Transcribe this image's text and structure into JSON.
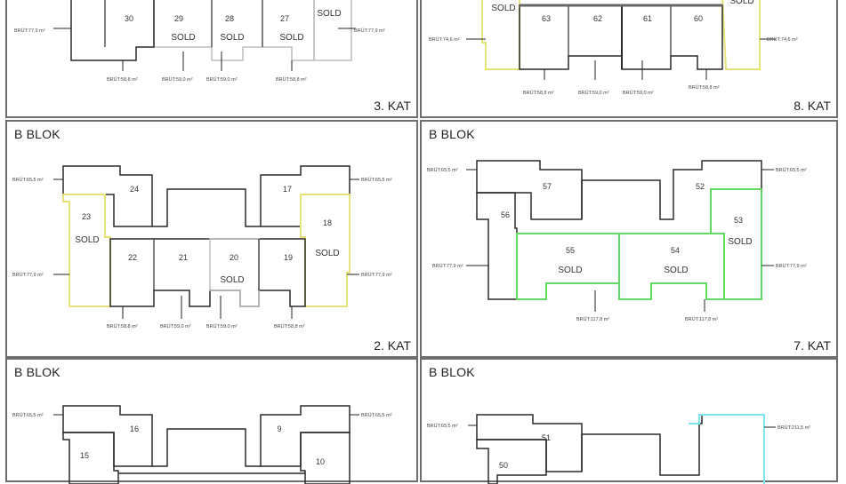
{
  "colors": {
    "frame": "#6e6e6e",
    "wall": "#2a2a2a",
    "sold_yellow": "#e8e27a",
    "sold_green": "#5fdc5f",
    "sold_cyan": "#7fe6ee",
    "sold_grey": "#bdbdbd"
  },
  "panels": [
    {
      "id": "p-3kat",
      "blok": "",
      "kat": "3. KAT",
      "units": [
        {
          "no": "30",
          "sold": false
        },
        {
          "no": "29",
          "sold": true
        },
        {
          "no": "28",
          "sold": true
        },
        {
          "no": "27",
          "sold": true
        },
        {
          "no": "",
          "sold": true
        }
      ],
      "areas": [
        "BRÜT:77,9 m²",
        "BRÜT:58,8 m²",
        "BRÜT:59,0 m²",
        "BRÜT:59,0 m²",
        "BRÜT:58,8 m²",
        "BRÜT:77,9 m²"
      ]
    },
    {
      "id": "p-8kat",
      "blok": "",
      "kat": "8. KAT",
      "units": [
        {
          "no": "",
          "sold": true
        },
        {
          "no": "63",
          "sold": false
        },
        {
          "no": "62",
          "sold": false
        },
        {
          "no": "61",
          "sold": false
        },
        {
          "no": "60",
          "sold": false
        },
        {
          "no": "",
          "sold": true
        }
      ],
      "areas": [
        "BRÜT:74,6 m²",
        "BRÜT:58,8 m²",
        "BRÜT:59,0 m²",
        "BRÜT:59,0 m²",
        "BRÜT:58,8 m²",
        "BRÜT:74,6 m²"
      ]
    },
    {
      "id": "p-2kat",
      "blok": "B BLOK",
      "kat": "2. KAT",
      "units": [
        {
          "no": "24",
          "sold": false
        },
        {
          "no": "23",
          "sold": true
        },
        {
          "no": "22",
          "sold": false
        },
        {
          "no": "21",
          "sold": false
        },
        {
          "no": "20",
          "sold": true
        },
        {
          "no": "19",
          "sold": false
        },
        {
          "no": "18",
          "sold": true
        },
        {
          "no": "17",
          "sold": false
        }
      ],
      "areas": [
        "BRÜT:65,5 m²",
        "BRÜT:77,9 m²",
        "BRÜT:58,8 m²",
        "BRÜT:59,0 m²",
        "BRÜT:59,0 m²",
        "BRÜT:58,8 m²",
        "BRÜT:65,5 m²",
        "BRÜT:77,9 m²"
      ]
    },
    {
      "id": "p-7kat",
      "blok": "B BLOK",
      "kat": "7. KAT",
      "units": [
        {
          "no": "57",
          "sold": false
        },
        {
          "no": "56",
          "sold": false
        },
        {
          "no": "55",
          "sold": true
        },
        {
          "no": "54",
          "sold": true
        },
        {
          "no": "53",
          "sold": true
        },
        {
          "no": "52",
          "sold": false
        }
      ],
      "areas": [
        "BRÜT:65,5 m²",
        "BRÜT:77,9 m²",
        "BRÜT:117,8 m²",
        "BRÜT:117,8 m²",
        "BRÜT:65,5 m²",
        "BRÜT:77,9 m²"
      ]
    },
    {
      "id": "p-1kat",
      "blok": "B BLOK",
      "kat": "",
      "units": [
        {
          "no": "16",
          "sold": false
        },
        {
          "no": "15",
          "sold": false
        },
        {
          "no": "9",
          "sold": false
        },
        {
          "no": "10",
          "sold": false
        }
      ],
      "areas": [
        "BRÜT:65,5 m²",
        "BRÜT:65,5 m²"
      ]
    },
    {
      "id": "p-6kat",
      "blok": "B BLOK",
      "kat": "",
      "units": [
        {
          "no": "51",
          "sold": false
        },
        {
          "no": "50",
          "sold": false
        }
      ],
      "areas": [
        "BRÜT:65,5 m²",
        "BRÜT:211,5 m²"
      ]
    }
  ],
  "sold_label": "SOLD"
}
